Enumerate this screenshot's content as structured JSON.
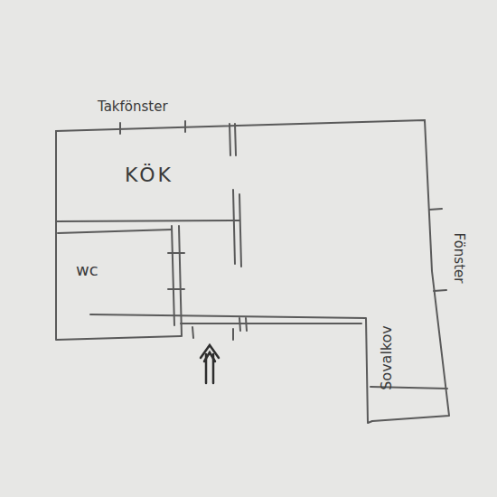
{
  "diagram": {
    "labels": [
      "Takfönster",
      "KÖK",
      "wc",
      "Fönster",
      "Sovalkov"
    ]
  }
}
